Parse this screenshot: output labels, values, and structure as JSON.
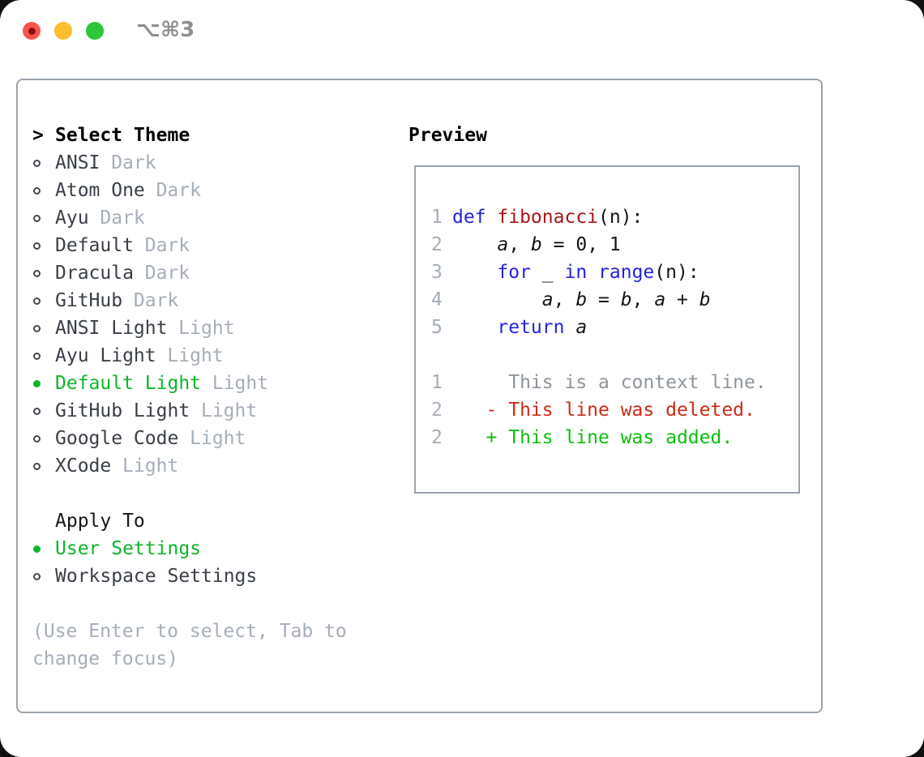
{
  "titlebar": {
    "shortcut": "⌥⌘3"
  },
  "colors": {
    "accent_green": "#0eb42a",
    "added_green": "#0cc00c",
    "deleted_red": "#cd2b15",
    "keyword_blue": "#2424dd",
    "function_red": "#a81616",
    "muted_gray": "#a6aeb9",
    "context_gray": "#8e959c",
    "text_dark": "#3a3f47",
    "border_gray": "#9aa3ad"
  },
  "theme_list": {
    "prompt": ">",
    "header": "Select Theme",
    "items": [
      {
        "name": "ANSI",
        "tag": "Dark",
        "selected": false
      },
      {
        "name": "Atom One",
        "tag": "Dark",
        "selected": false
      },
      {
        "name": "Ayu",
        "tag": "Dark",
        "selected": false
      },
      {
        "name": "Default",
        "tag": "Dark",
        "selected": false
      },
      {
        "name": "Dracula",
        "tag": "Dark",
        "selected": false
      },
      {
        "name": "GitHub",
        "tag": "Dark",
        "selected": false
      },
      {
        "name": "ANSI Light",
        "tag": "Light",
        "selected": false
      },
      {
        "name": "Ayu Light",
        "tag": "Light",
        "selected": false
      },
      {
        "name": "Default Light",
        "tag": "Light",
        "selected": true
      },
      {
        "name": "GitHub Light",
        "tag": "Light",
        "selected": false
      },
      {
        "name": "Google Code",
        "tag": "Light",
        "selected": false
      },
      {
        "name": "XCode",
        "tag": "Light",
        "selected": false
      }
    ]
  },
  "apply_to": {
    "header": "Apply To",
    "options": [
      {
        "name": "User Settings",
        "selected": true
      },
      {
        "name": "Workspace Settings",
        "selected": false
      }
    ]
  },
  "help_text": "(Use Enter to select, Tab to change focus)",
  "preview": {
    "header": "Preview",
    "code_lines": [
      {
        "num": "1",
        "segs": [
          {
            "t": "def ",
            "c": "keyword"
          },
          {
            "t": "fibonacci",
            "c": "function"
          },
          {
            "t": "(n):"
          }
        ]
      },
      {
        "num": "2",
        "segs": [
          {
            "t": "    "
          },
          {
            "t": "a",
            "i": true
          },
          {
            "t": ", "
          },
          {
            "t": "b",
            "i": true
          },
          {
            "t": " = 0, 1"
          }
        ]
      },
      {
        "num": "3",
        "segs": [
          {
            "t": "    "
          },
          {
            "t": "for",
            "c": "keyword"
          },
          {
            "t": " _ "
          },
          {
            "t": "in",
            "c": "keyword"
          },
          {
            "t": " "
          },
          {
            "t": "range",
            "c": "keyword"
          },
          {
            "t": "(n):"
          }
        ]
      },
      {
        "num": "4",
        "segs": [
          {
            "t": "        "
          },
          {
            "t": "a",
            "i": true
          },
          {
            "t": ", "
          },
          {
            "t": "b",
            "i": true
          },
          {
            "t": " = "
          },
          {
            "t": "b",
            "i": true
          },
          {
            "t": ", "
          },
          {
            "t": "a",
            "i": true
          },
          {
            "t": " + "
          },
          {
            "t": "b",
            "i": true
          }
        ]
      },
      {
        "num": "5",
        "segs": [
          {
            "t": "    "
          },
          {
            "t": "return",
            "c": "keyword"
          },
          {
            "t": " "
          },
          {
            "t": "a",
            "i": true
          }
        ]
      }
    ],
    "diff_lines": [
      {
        "num": "1",
        "segs": [
          {
            "t": "     This is a context line.",
            "c": "context"
          }
        ]
      },
      {
        "num": "2",
        "segs": [
          {
            "t": "   - This line was deleted.",
            "c": "deleted"
          }
        ]
      },
      {
        "num": "2",
        "segs": [
          {
            "t": "   + This line was added.",
            "c": "added"
          }
        ]
      }
    ]
  }
}
